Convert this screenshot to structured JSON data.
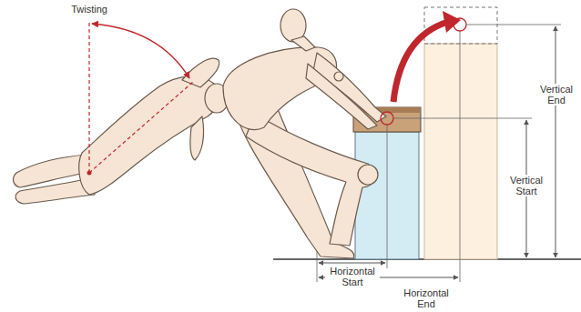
{
  "diagram": {
    "labels": [
      "Twisting",
      "Vertical End",
      "Vertical Start",
      "Horizontal Start",
      "Horizontal End"
    ]
  }
}
